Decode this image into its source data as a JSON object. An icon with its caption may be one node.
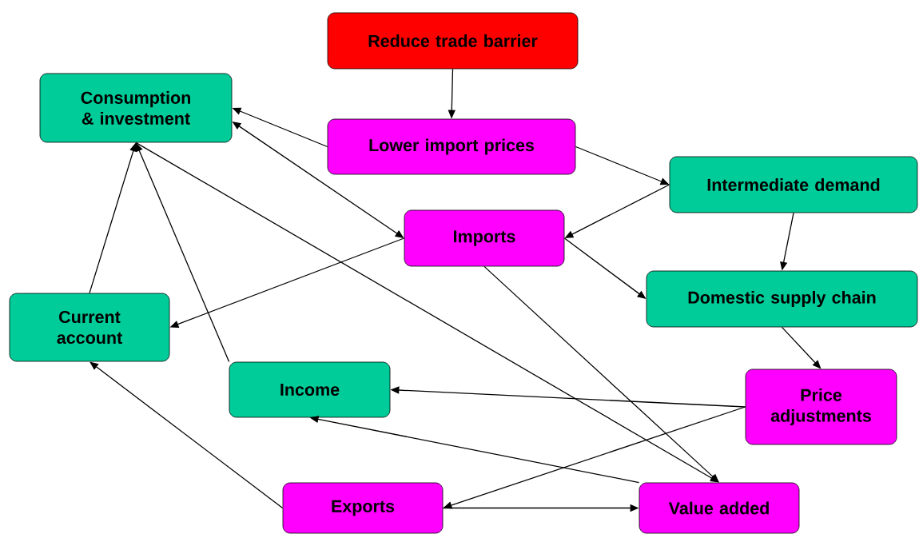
{
  "diagram": {
    "nodes": [
      {
        "text": [
          "Reduce trade barrier"
        ]
      },
      {
        "text": [
          "Consumption & investment"
        ]
      },
      {
        "text": [
          "Lower import prices"
        ]
      },
      {
        "text": [
          "Intermediate demand"
        ]
      },
      {
        "text": [
          "Imports"
        ]
      },
      {
        "text": [
          "Domestic supply chain"
        ]
      },
      {
        "text": [
          "Current account"
        ]
      },
      {
        "text": [
          "Income"
        ]
      },
      {
        "text": [
          "Price adjustments"
        ]
      },
      {
        "text": [
          "Exports"
        ]
      },
      {
        "text": [
          "Value added"
        ]
      }
    ],
    "edges": [
      {
        "from": 0,
        "to": 2,
        "arrow": "to"
      },
      {
        "from": 2,
        "to": 1,
        "arrow": "to"
      },
      {
        "from": 2,
        "to": 3,
        "arrow": "to"
      },
      {
        "from": 3,
        "to": 4,
        "arrow": "to"
      },
      {
        "from": 3,
        "to": 5,
        "arrow": "to"
      },
      {
        "from": 1,
        "to": 4,
        "arrow": "both"
      },
      {
        "from": 4,
        "to": 6,
        "arrow": "to"
      },
      {
        "from": 4,
        "to": 5,
        "arrow": "to"
      },
      {
        "from": 4,
        "to": 10,
        "arrow": "to"
      },
      {
        "from": 1,
        "to": 10,
        "arrow": "to"
      },
      {
        "from": 6,
        "to": 1,
        "arrow": "to"
      },
      {
        "from": 7,
        "to": 1,
        "arrow": "to"
      },
      {
        "from": 5,
        "to": 8,
        "arrow": "to"
      },
      {
        "from": 8,
        "to": 7,
        "arrow": "to"
      },
      {
        "from": 8,
        "to": 9,
        "arrow": "to"
      },
      {
        "from": 9,
        "to": 6,
        "arrow": "to"
      },
      {
        "from": 9,
        "to": 10,
        "arrow": "to"
      },
      {
        "from": 10,
        "to": 7,
        "arrow": "to"
      }
    ]
  }
}
